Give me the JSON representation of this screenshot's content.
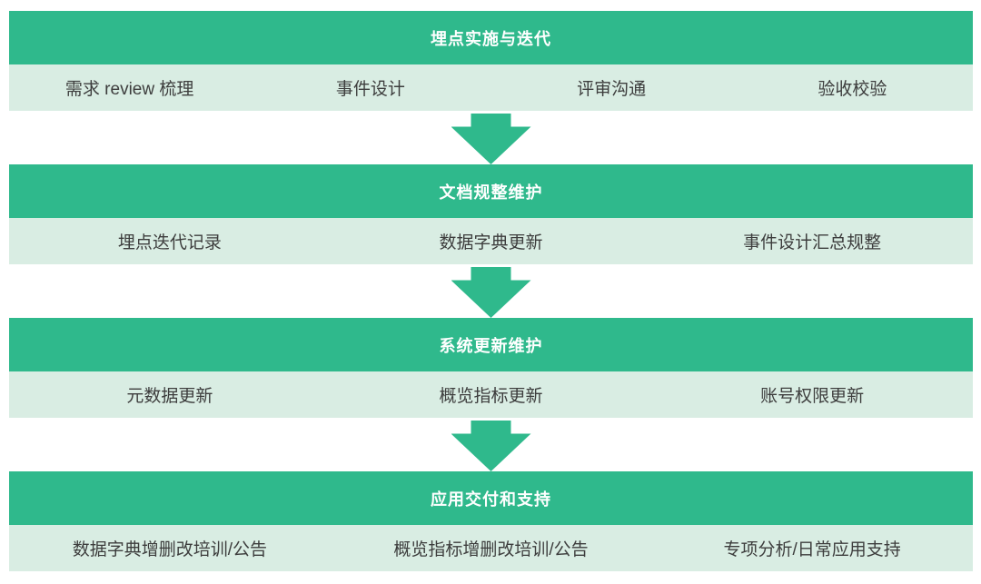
{
  "colors": {
    "header_green": "#2fb98c",
    "row_green": "#d9ede3",
    "arrow_green": "#2fb98c",
    "header_text": "#ffffff",
    "item_text": "#3d3d3d",
    "background": "#ffffff"
  },
  "flow": {
    "arrow_icon": "arrow-down"
  },
  "stages": [
    {
      "title": "埋点实施与迭代",
      "items": [
        "需求 review 梳理",
        "事件设计",
        "评审沟通",
        "验收校验"
      ]
    },
    {
      "title": "文档规整维护",
      "items": [
        "埋点迭代记录",
        "数据字典更新",
        "事件设计汇总规整"
      ]
    },
    {
      "title": "系统更新维护",
      "items": [
        "元数据更新",
        "概览指标更新",
        "账号权限更新"
      ]
    },
    {
      "title": "应用交付和支持",
      "items": [
        "数据字典增删改培训/公告",
        "概览指标增删改培训/公告",
        "专项分析/日常应用支持"
      ]
    }
  ]
}
